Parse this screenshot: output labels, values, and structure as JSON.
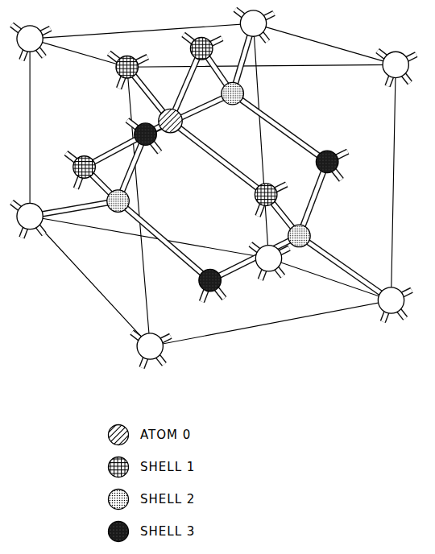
{
  "diagram": {
    "legend": [
      {
        "text": "ATOM 0"
      },
      {
        "text": "SHELL 1"
      },
      {
        "text": "SHELL 2"
      },
      {
        "text": "SHELL 3"
      }
    ]
  }
}
